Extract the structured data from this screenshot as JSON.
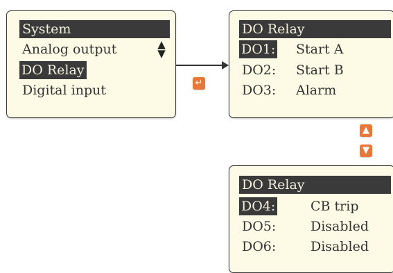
{
  "main_menu": {
    "items": [
      "System",
      "Analog output",
      "DO Relay",
      "Digital input"
    ]
  },
  "relay_screen_1": {
    "title": "DO Relay",
    "rows": [
      {
        "channel": "DO1:",
        "value": "Start A"
      },
      {
        "channel": "DO2:",
        "value": "Start B"
      },
      {
        "channel": "DO3:",
        "value": "Alarm"
      }
    ]
  },
  "relay_screen_2": {
    "title": "DO Relay",
    "rows": [
      {
        "channel": "DO4:",
        "value": "CB trip"
      },
      {
        "channel": "DO5:",
        "value": "Disabled"
      },
      {
        "channel": "DO6:",
        "value": "Disabled"
      }
    ]
  },
  "icons": {
    "scroll": "up-down-arrows-icon",
    "enter": "enter-key-icon",
    "up": "up-key-icon",
    "down": "down-key-icon"
  },
  "colors": {
    "screen_bg": "#fdfbe6",
    "highlight": "#3a3a3a",
    "button": "#e8773a"
  }
}
